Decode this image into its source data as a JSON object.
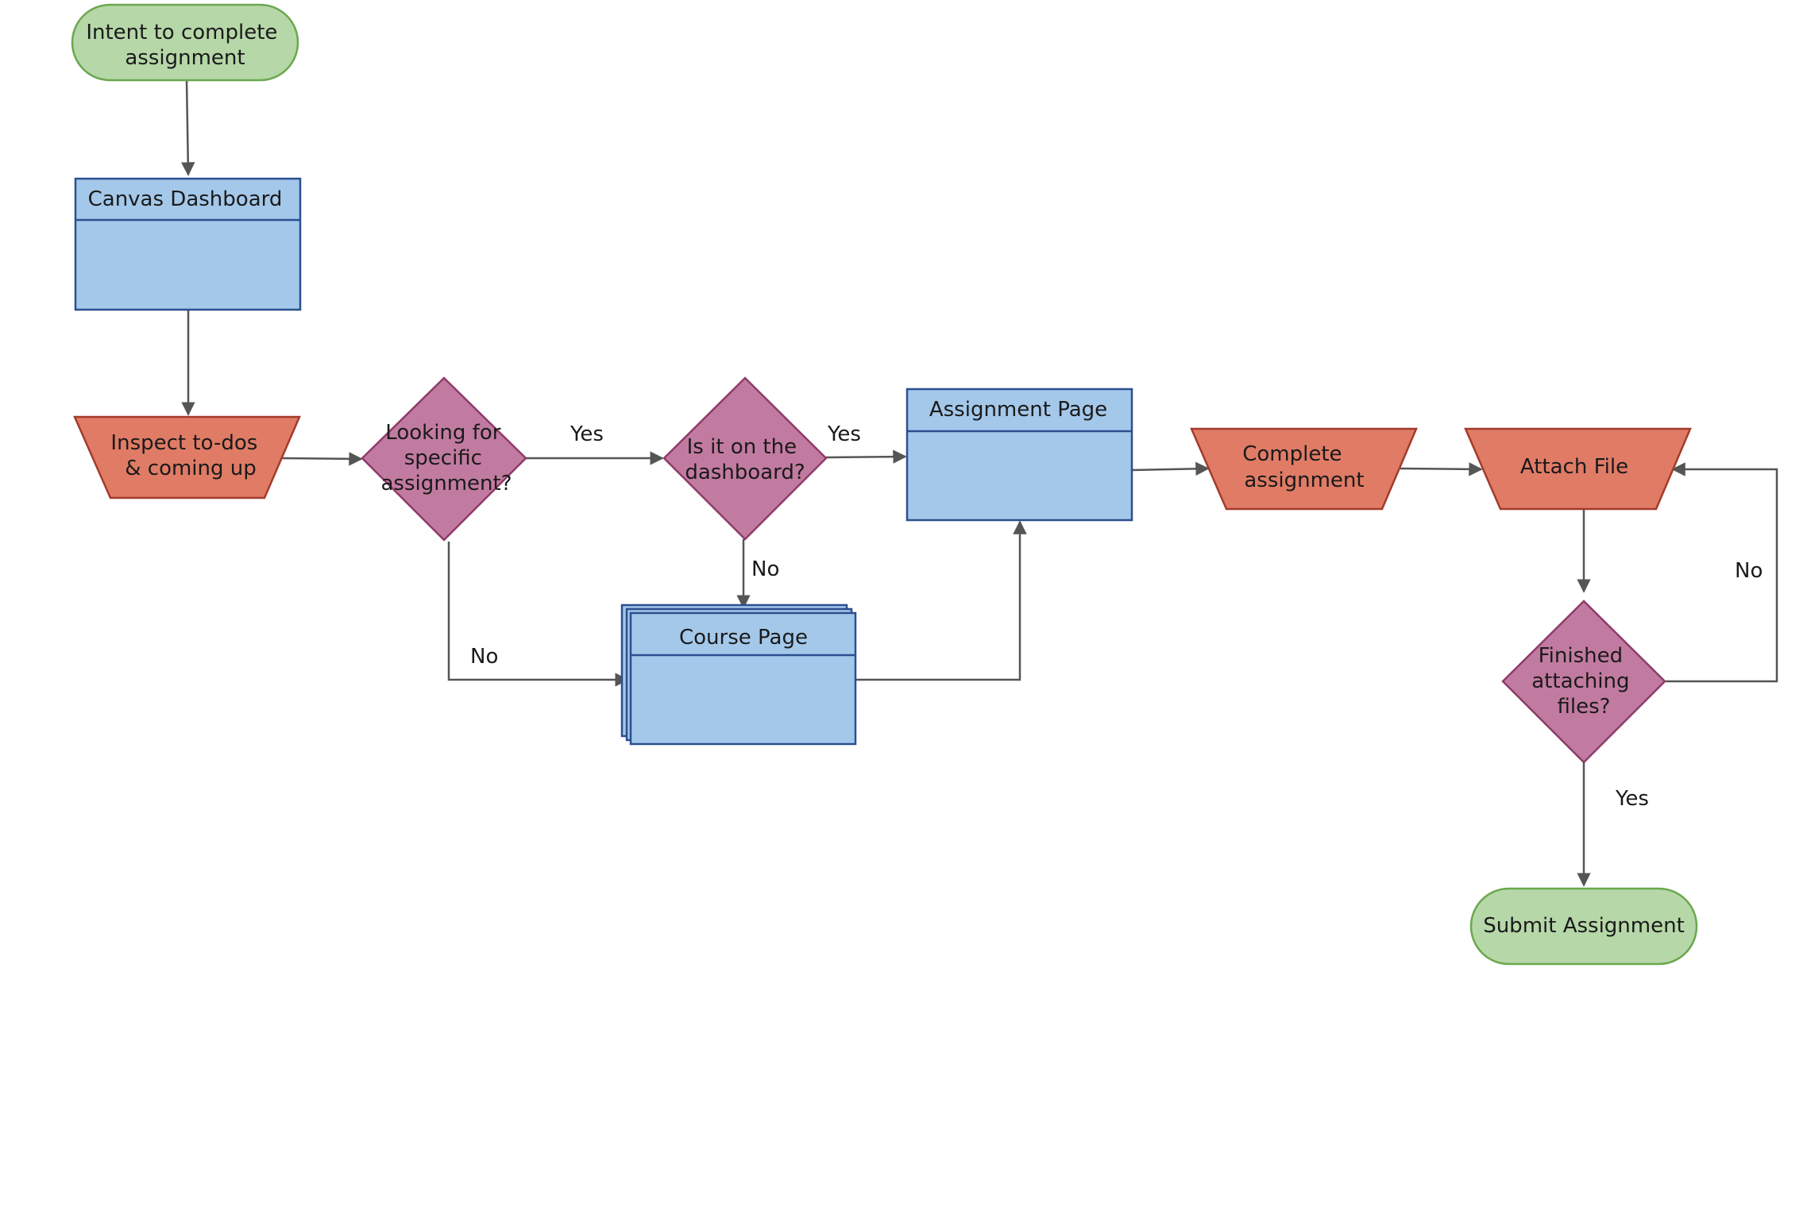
{
  "colors": {
    "terminal_fill": "#b6d7a8",
    "terminal_stroke": "#6aa84f",
    "process_fill": "#a4c8ea",
    "process_stroke": "#2c4f8f",
    "io_fill": "#e07b66",
    "io_stroke": "#a33b2b",
    "decision_fill": "#c27ba0",
    "decision_stroke": "#8e3b6a",
    "edge": "#555555"
  },
  "nodes": {
    "start": {
      "line1": "Intent to complete",
      "line2": "assignment"
    },
    "canvas_dashboard": {
      "title": "Canvas Dashboard"
    },
    "inspect_todos": {
      "line1": "Inspect to-dos",
      "line2": "& coming up"
    },
    "looking_for": {
      "line1": "Looking for",
      "line2": "specific",
      "line3": "assignment?"
    },
    "on_dashboard": {
      "line1": "Is it on the",
      "line2": "dashboard?"
    },
    "assignment_page": {
      "title": "Assignment Page"
    },
    "course_page": {
      "title": "Course Page"
    },
    "complete_assignment": {
      "line1": "Complete",
      "line2": "assignment"
    },
    "attach_file": {
      "label": "Attach File"
    },
    "finished_attaching": {
      "line1": "Finished",
      "line2": "attaching",
      "line3": "files?"
    },
    "submit": {
      "label": "Submit Assignment"
    }
  },
  "edge_labels": {
    "looking_yes": "Yes",
    "looking_no": "No",
    "dashboard_yes": "Yes",
    "dashboard_no": "No",
    "finished_no": "No",
    "finished_yes": "Yes"
  }
}
